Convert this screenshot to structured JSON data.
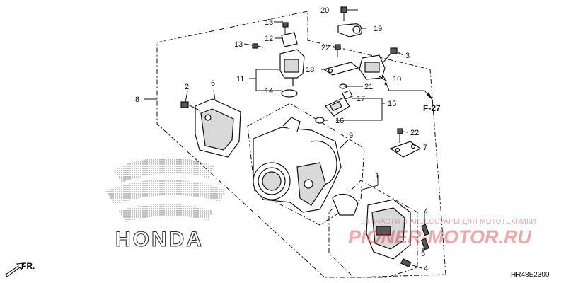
{
  "diagram": {
    "code": "HR48E2300",
    "ref_label": "F-27",
    "direction_label": "FR.",
    "brand_logo_text": "HONDA",
    "watermark": {
      "top": "ЗАПЧАСТИ И АКСЕССУАРЫ ДЛЯ МОТОТЕХНИКИ",
      "main": "PIONER-MOTOR.RU"
    },
    "callouts": [
      "1",
      "2",
      "3",
      "4",
      "4",
      "5",
      "6",
      "7",
      "8",
      "9",
      "10",
      "11",
      "12",
      "13",
      "13",
      "14",
      "15",
      "16",
      "17",
      "18",
      "19",
      "20",
      "21",
      "22",
      "22"
    ]
  }
}
